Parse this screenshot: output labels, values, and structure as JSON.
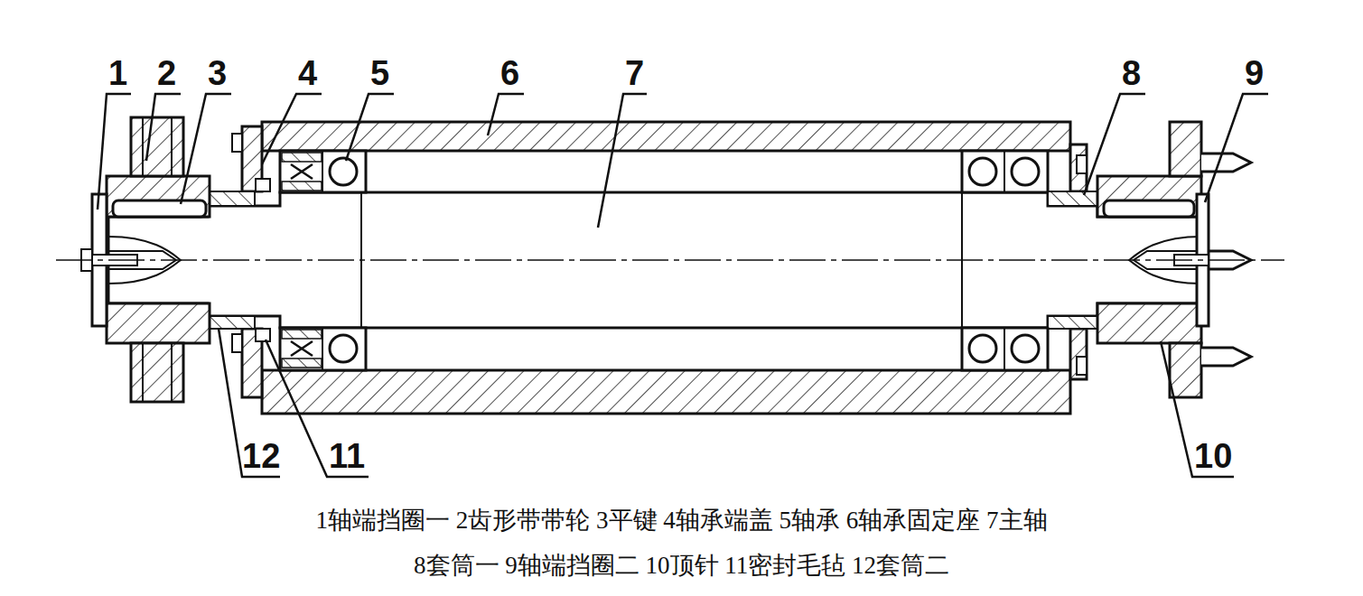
{
  "diagram": {
    "labels": [
      "1",
      "2",
      "3",
      "4",
      "5",
      "6",
      "7",
      "8",
      "9",
      "12",
      "11",
      "10",
      "1轴端挡圈一 2齿形带带轮 3平键 4轴承端盖 5轴承 6轴承固定座 7主轴",
      "8套筒一 9轴端挡圈二 10顶针 11密封毛毡 12套筒二"
    ]
  }
}
